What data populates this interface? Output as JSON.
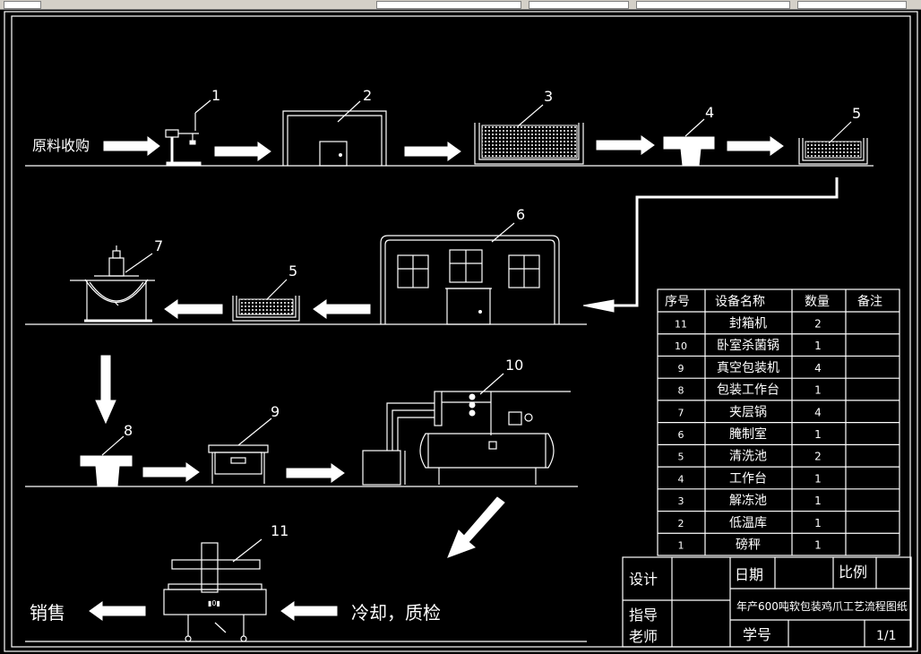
{
  "labels": {
    "raw_material": "原料收购",
    "cooling_qc": "冷却，质检",
    "sales": "销售"
  },
  "equipment_numbers": [
    "1",
    "2",
    "3",
    "4",
    "5",
    "6",
    "5",
    "7",
    "8",
    "9",
    "10",
    "11"
  ],
  "table": {
    "headers": [
      "序号",
      "设备名称",
      "数量",
      "备注"
    ],
    "rows": [
      {
        "no": "11",
        "name": "封箱机",
        "qty": "2",
        "note": ""
      },
      {
        "no": "10",
        "name": "卧室杀菌锅",
        "qty": "1",
        "note": ""
      },
      {
        "no": "9",
        "name": "真空包装机",
        "qty": "4",
        "note": ""
      },
      {
        "no": "8",
        "name": "包装工作台",
        "qty": "1",
        "note": ""
      },
      {
        "no": "7",
        "name": "夹层锅",
        "qty": "4",
        "note": ""
      },
      {
        "no": "6",
        "name": "腌制室",
        "qty": "1",
        "note": ""
      },
      {
        "no": "5",
        "name": "清洗池",
        "qty": "2",
        "note": ""
      },
      {
        "no": "4",
        "name": "工作台",
        "qty": "1",
        "note": ""
      },
      {
        "no": "3",
        "name": "解冻池",
        "qty": "1",
        "note": ""
      },
      {
        "no": "2",
        "name": "低温库",
        "qty": "1",
        "note": ""
      },
      {
        "no": "1",
        "name": "磅秤",
        "qty": "1",
        "note": ""
      }
    ]
  },
  "title_block": {
    "design": "设计",
    "date": "日期",
    "scale": "比例",
    "title": "年产600吨软包装鸡爪工艺流程图纸",
    "advisor_1": "指导",
    "advisor_2": "老师",
    "student_id": "学号",
    "sheet": "1/1"
  }
}
